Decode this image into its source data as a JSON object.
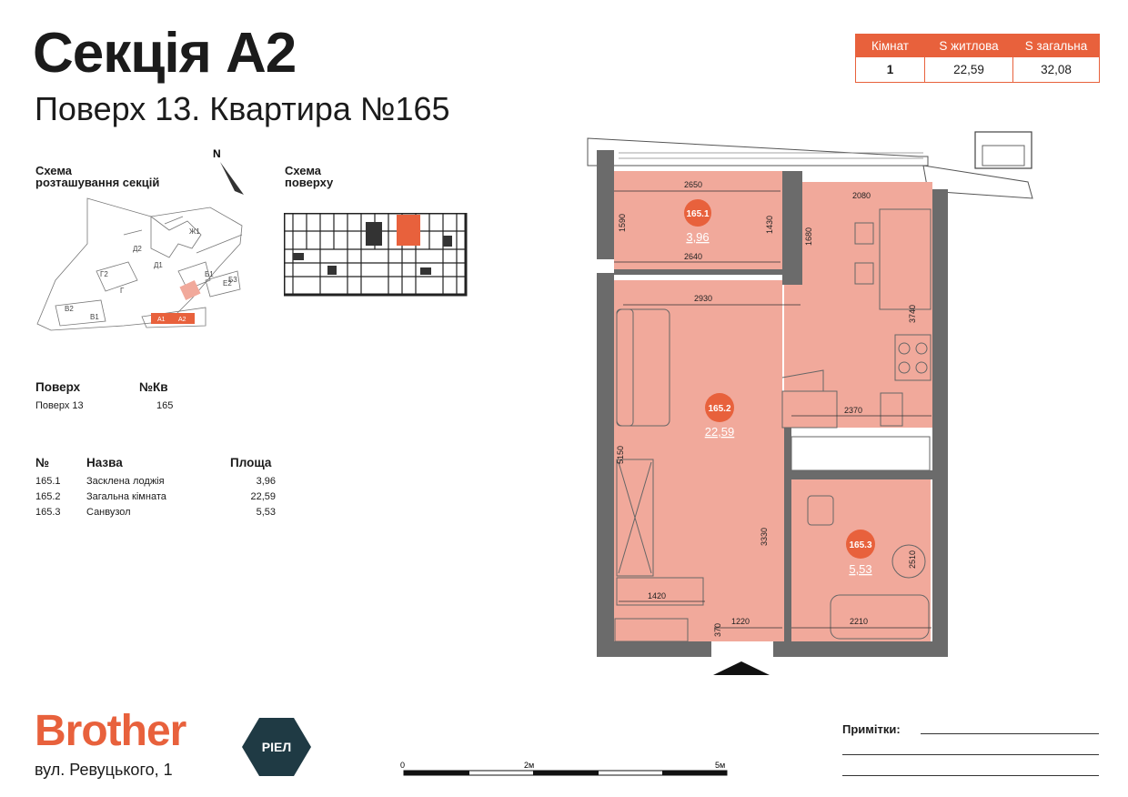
{
  "header": {
    "title": "Секція А2",
    "subtitle": "Поверх 13. Квартира №165"
  },
  "summary_table": {
    "headers": [
      "Кімнат",
      "S житлова",
      "S загальна"
    ],
    "values": [
      "1",
      "22,59",
      "32,08"
    ]
  },
  "schemes": {
    "sections_label": [
      "Схема",
      "розташування секцій"
    ],
    "floor_label": [
      "Схема",
      "поверху"
    ],
    "north": "N",
    "section_labels": [
      "Ж1",
      "Д2",
      "Д1",
      "Г2",
      "Г",
      "Е2",
      "Б1",
      "Б3",
      "В2",
      "В1",
      "А1",
      "А2"
    ]
  },
  "info": {
    "floor_header": "Поверх",
    "apt_header": "№Кв",
    "floor_value": "Поверх 13",
    "apt_value": "165"
  },
  "rooms_table": {
    "headers": [
      "№",
      "Назва",
      "Площа"
    ],
    "rows": [
      {
        "num": "165.1",
        "name": "Засклена лоджія",
        "area": "3,96"
      },
      {
        "num": "165.2",
        "name": "Загальна кімната",
        "area": "22,59"
      },
      {
        "num": "165.3",
        "name": "Санвузол",
        "area": "5,53"
      }
    ]
  },
  "plan": {
    "rooms": [
      {
        "id": "165.1",
        "area": "3,96"
      },
      {
        "id": "165.2",
        "area": "22,59"
      },
      {
        "id": "165.3",
        "area": "5,53"
      }
    ],
    "dimensions": [
      "2650",
      "1590",
      "1430",
      "2640",
      "1680",
      "2080",
      "2930",
      "3740",
      "2370",
      "5150",
      "3330",
      "1420",
      "1220",
      "370",
      "2210",
      "2510"
    ]
  },
  "scale": {
    "labels": [
      "0",
      "2м",
      "5м"
    ]
  },
  "brand": {
    "name": "Brother",
    "badge": "РІЕЛ",
    "address": "вул. Ревуцького, 1"
  },
  "notes": {
    "label": "Примітки:"
  },
  "colors": {
    "accent": "#e8613c",
    "room_fill": "#f1a99b",
    "wall": "#6b6b6b",
    "badge_bg": "#1f3a44"
  }
}
